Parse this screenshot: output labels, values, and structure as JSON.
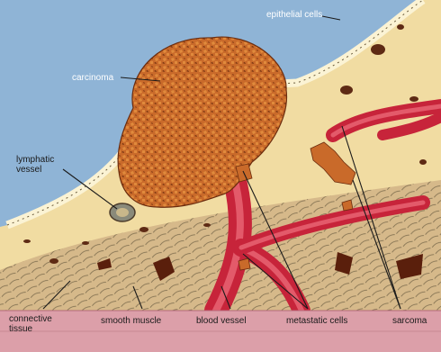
{
  "labels": {
    "epithelial": "epithelial cells",
    "carcinoma": "carcinoma",
    "lymphatic": "lymphatic\nvessel",
    "connective": "connective\ntissue",
    "smooth_muscle": "smooth muscle",
    "blood_vessel": "blood vessel",
    "metastatic": "metastatic cells",
    "sarcoma": "sarcoma"
  },
  "colors": {
    "lumen": "#8fb4d6",
    "connective": "#f1dca2",
    "muscle_band": "#d6b98a",
    "epithelium": "#fbf3d4",
    "tumor": "#c96a2a",
    "tumor_dark": "#6b2c0e",
    "vessel": "#c7243a",
    "vessel_light": "#e35a6a",
    "label_band": "#dc9fa9"
  }
}
